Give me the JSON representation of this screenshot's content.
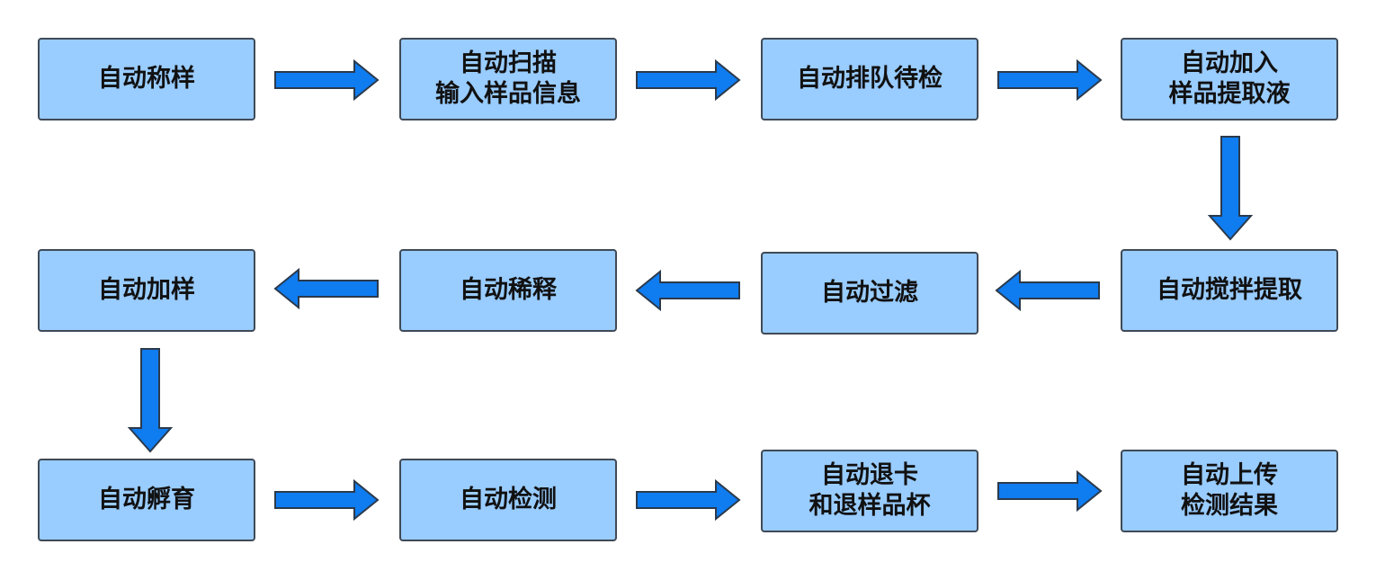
{
  "steps": [
    {
      "id": "s1",
      "label": "自动称样"
    },
    {
      "id": "s2",
      "label": "自动扫描\n输入样品信息"
    },
    {
      "id": "s3",
      "label": "自动排队待检"
    },
    {
      "id": "s4",
      "label": "自动加入\n样品提取液"
    },
    {
      "id": "s5",
      "label": "自动搅拌提取"
    },
    {
      "id": "s6",
      "label": "自动过滤"
    },
    {
      "id": "s7",
      "label": "自动稀释"
    },
    {
      "id": "s8",
      "label": "自动加样"
    },
    {
      "id": "s9",
      "label": "自动孵育"
    },
    {
      "id": "s10",
      "label": "自动检测"
    },
    {
      "id": "s11",
      "label": "自动退卡\n和退样品杯"
    },
    {
      "id": "s12",
      "label": "自动上传\n检测结果"
    }
  ],
  "colors": {
    "box_fill": "#99ccff",
    "box_border": "#3f4a56",
    "arrow_fill": "#0f7cf0",
    "arrow_stroke": "#2b3a4c"
  }
}
